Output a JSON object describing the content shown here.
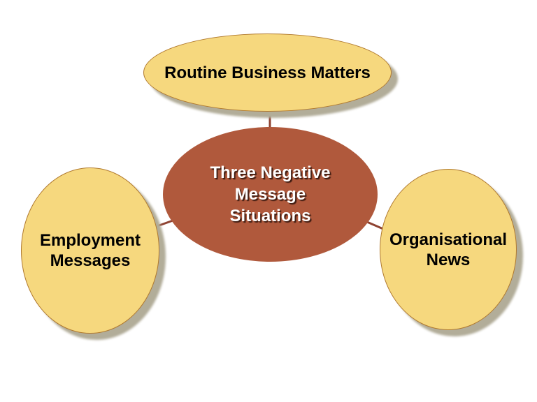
{
  "slide": {
    "colors": {
      "background": "#FFFFFF",
      "satellite_fill": "#F6D87E",
      "satellite_border": "#B0792E",
      "satellite_text": "#000000",
      "shadow": "#B2AD99",
      "center_fill": "#B0593C",
      "center_text": "#FFFFFF",
      "connector": "#8E4231"
    },
    "center_node": {
      "lines": [
        "Three Negative",
        "Message",
        "Situations"
      ]
    },
    "satellite_nodes": [
      {
        "id": "routine-business-matters",
        "lines": [
          "Routine Business Matters"
        ]
      },
      {
        "id": "employment-messages",
        "lines": [
          "Employment",
          "Messages"
        ]
      },
      {
        "id": "organisational-news",
        "lines": [
          "Organisational",
          "News"
        ]
      }
    ]
  }
}
